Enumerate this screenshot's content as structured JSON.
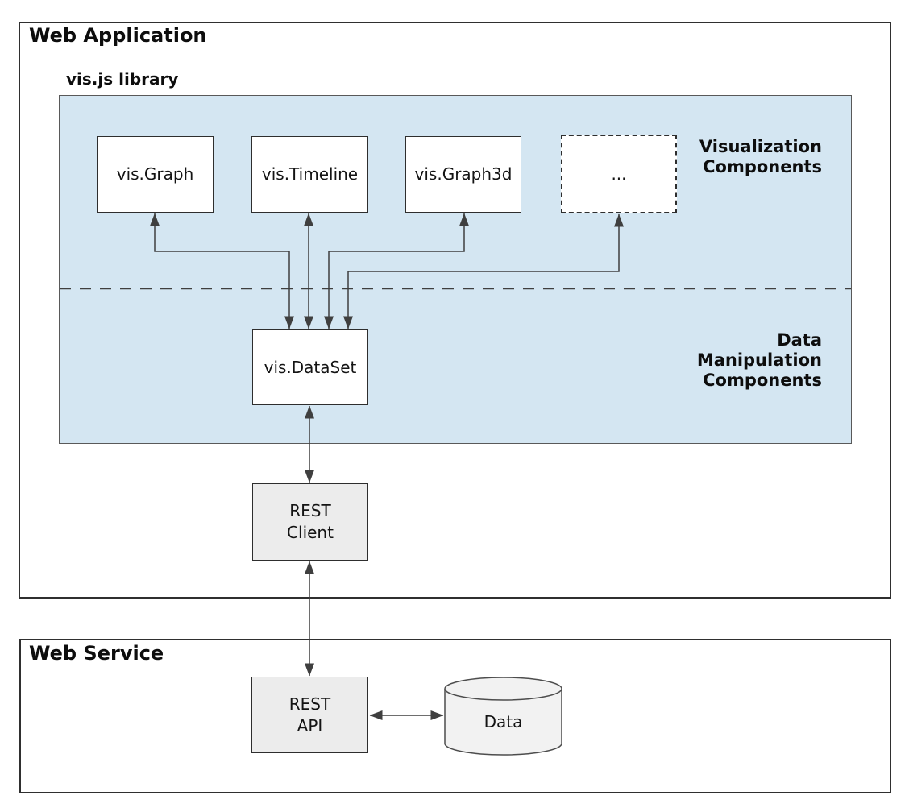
{
  "diagram": {
    "web_application": {
      "title": "Web Application",
      "library": {
        "title": "vis.js library",
        "visualization_components_label": "Visualization\nComponents",
        "data_manipulation_label": "Data\nManipulation\nComponents",
        "components": [
          {
            "id": "vis-graph",
            "label": "vis.Graph"
          },
          {
            "id": "vis-timeline",
            "label": "vis.Timeline"
          },
          {
            "id": "vis-graph3d",
            "label": "vis.Graph3d"
          },
          {
            "id": "more",
            "label": "..."
          }
        ],
        "dataset": {
          "label": "vis.DataSet"
        }
      },
      "rest_client": {
        "label": "REST\nClient"
      }
    },
    "web_service": {
      "title": "Web Service",
      "rest_api": {
        "label": "REST\nAPI"
      },
      "data_store": {
        "label": "Data"
      }
    },
    "edges": [
      {
        "from": "vis.DataSet",
        "to": "vis.Graph",
        "bidirectional": true
      },
      {
        "from": "vis.DataSet",
        "to": "vis.Timeline",
        "bidirectional": true
      },
      {
        "from": "vis.DataSet",
        "to": "vis.Graph3d",
        "bidirectional": true
      },
      {
        "from": "vis.DataSet",
        "to": "...",
        "bidirectional": true
      },
      {
        "from": "REST Client",
        "to": "vis.DataSet",
        "bidirectional": true
      },
      {
        "from": "REST API",
        "to": "REST Client",
        "bidirectional": true
      },
      {
        "from": "REST API",
        "to": "Data",
        "bidirectional": true
      }
    ],
    "colors": {
      "library_fill": "#d4e6f2",
      "node_fill": "#ffffff",
      "service_node_fill": "#ececec",
      "cylinder_fill": "#f2f2f2",
      "arrow": "#3f3f3f",
      "border": "#2f2f2f"
    }
  }
}
